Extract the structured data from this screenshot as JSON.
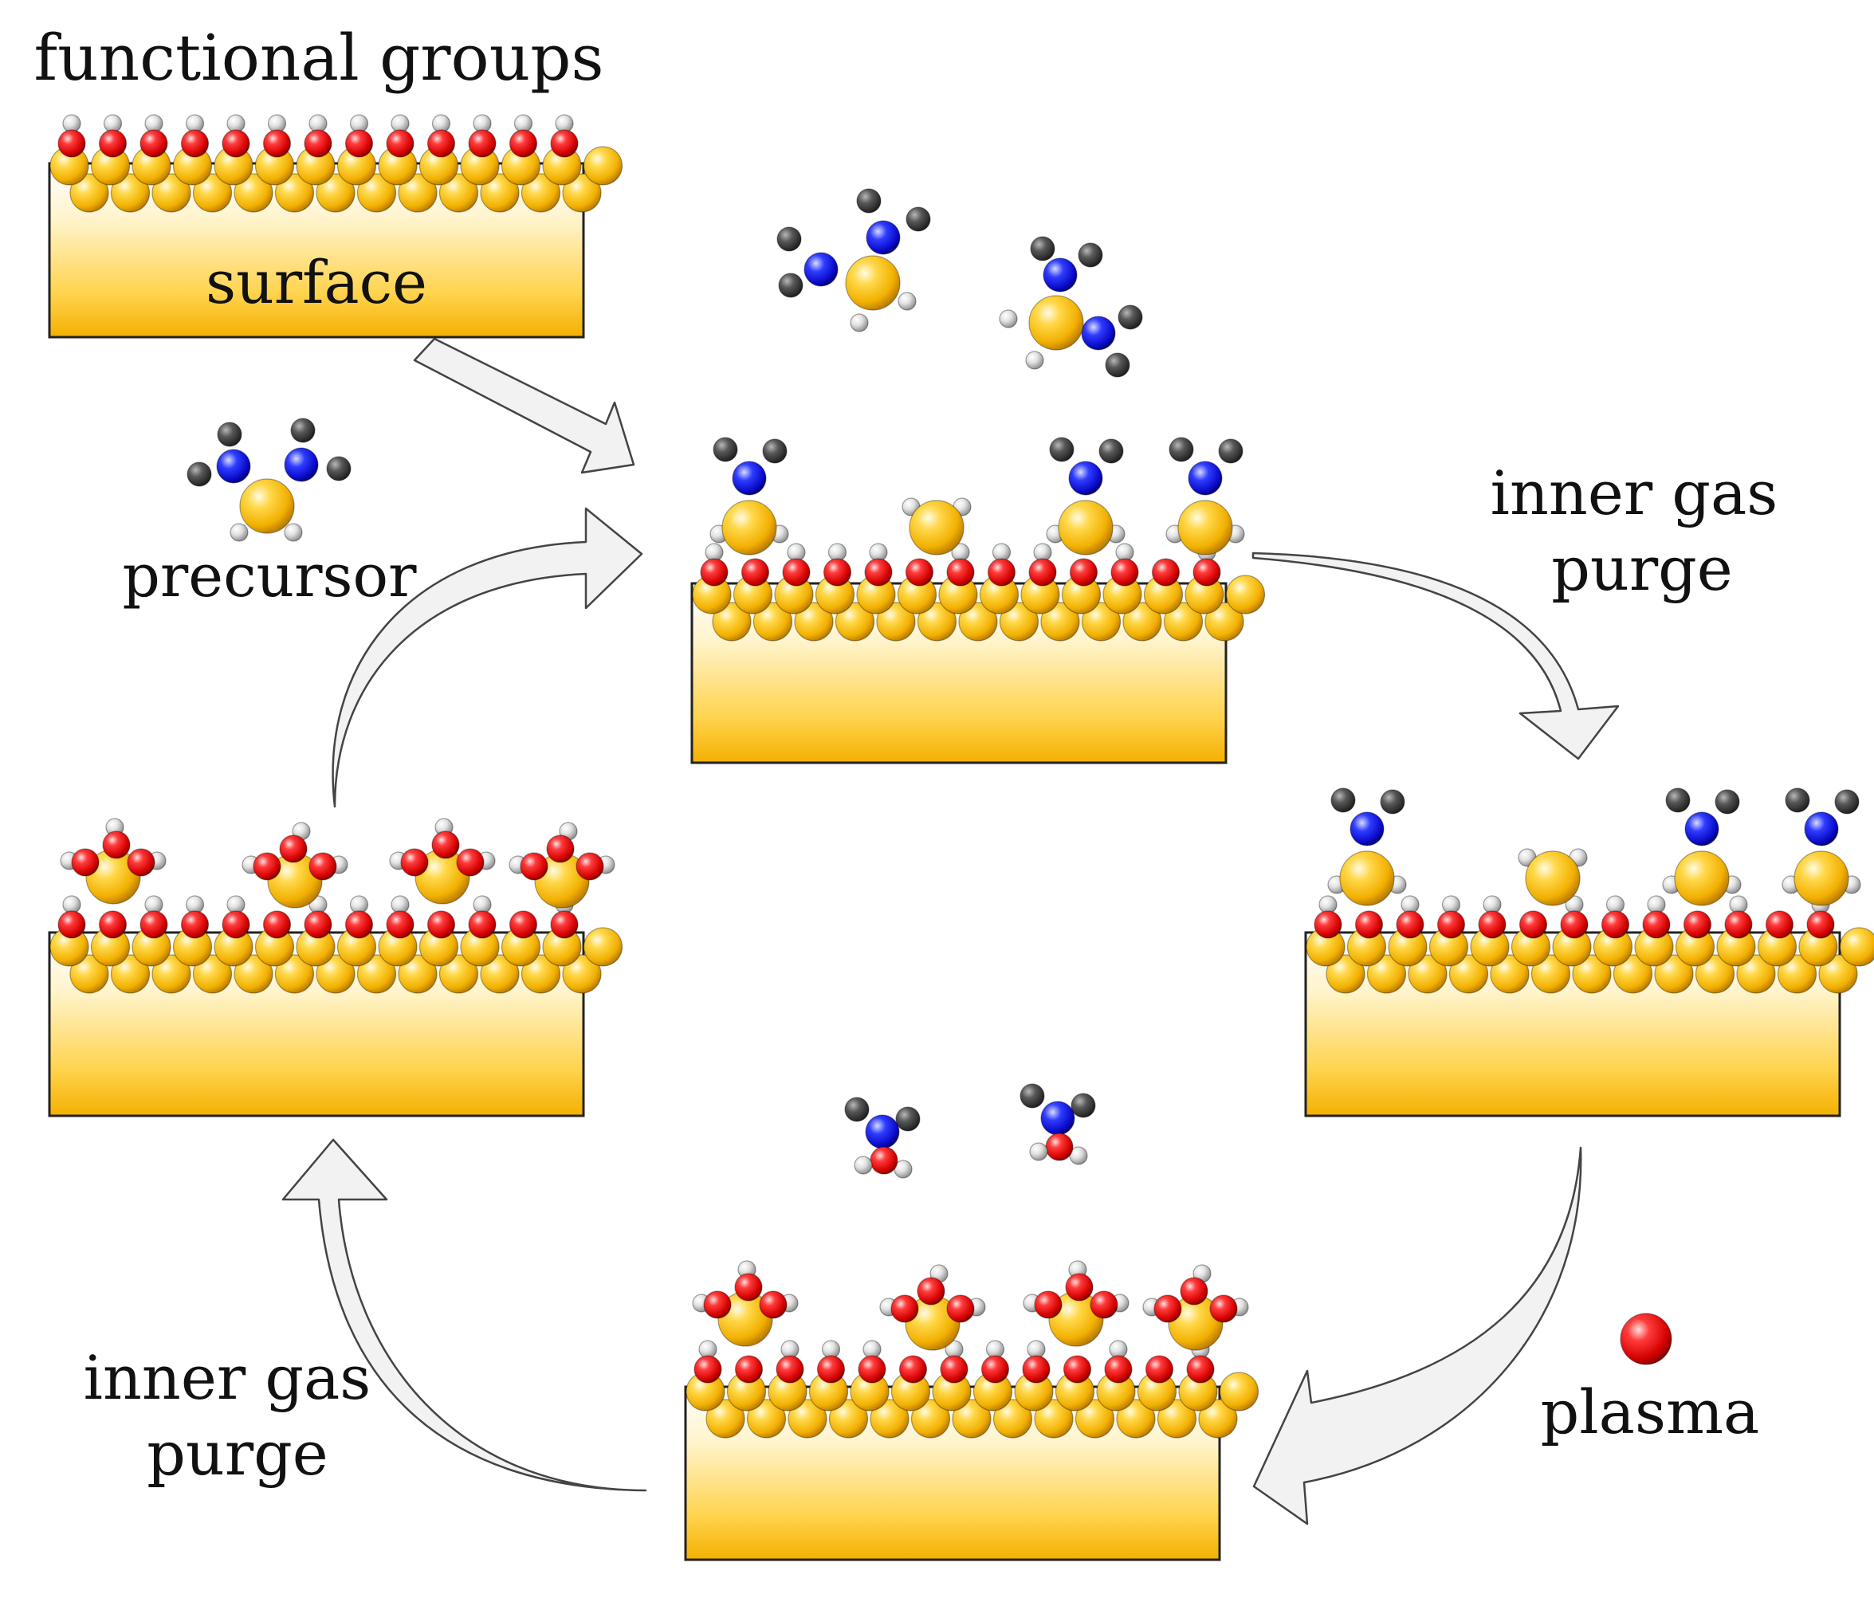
{
  "labels": {
    "functional_groups": "functional groups",
    "surface": "surface",
    "precursor": "precursor",
    "purge_top_line1": "inner gas",
    "purge_top_line2": "purge",
    "plasma": "plasma",
    "purge_bottom_line1": "inner gas",
    "purge_bottom_line2": "purge"
  },
  "atom_types": {
    "substrate": "substrate-atom",
    "oxygen": "oxygen-atom",
    "hydrogen": "hydrogen-atom",
    "nitrogen": "nitrogen-atom",
    "carbon": "carbon-atom"
  },
  "colors": {
    "substrate_gold": "#f5b800",
    "oxygen_red": "#e00000",
    "hydrogen_gray": "#d8d8d8",
    "nitrogen_blue": "#1010d0",
    "carbon_dark": "#444444",
    "arrow_fill": "#f2f2f2",
    "arrow_stroke": "#444444"
  }
}
